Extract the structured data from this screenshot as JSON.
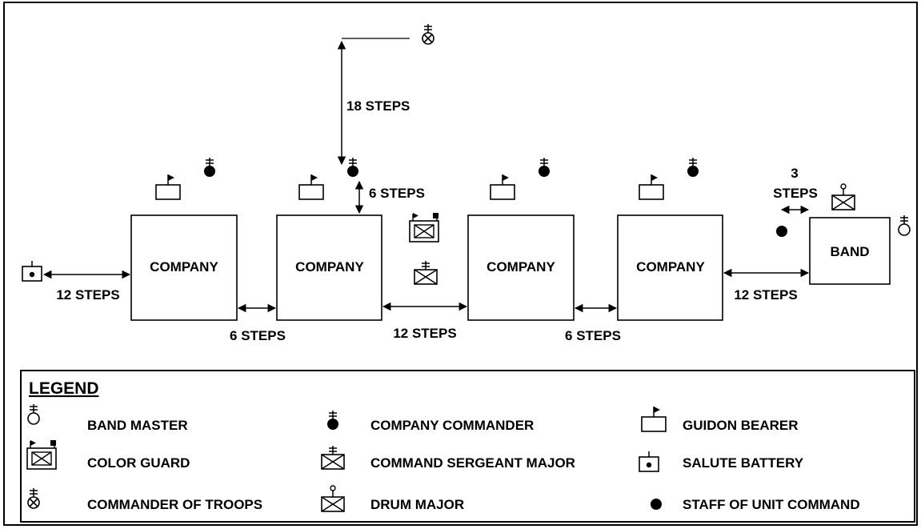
{
  "diagram": {
    "units": [
      "COMPANY",
      "COMPANY",
      "COMPANY",
      "COMPANY"
    ],
    "band_label": "BAND",
    "distances": {
      "commander_of_troops": "18 STEPS",
      "csm_offset": "6 STEPS",
      "salute_battery": "12 STEPS",
      "gap_1": "6 STEPS",
      "gap_2": "12 STEPS",
      "gap_3": "6 STEPS",
      "band_gap": "12 STEPS",
      "staff_band_line1": "3",
      "staff_band_line2": "STEPS"
    }
  },
  "legend": {
    "title": "LEGEND",
    "items": [
      {
        "icon": "band-master-icon",
        "label": "BAND MASTER"
      },
      {
        "icon": "company-commander-icon",
        "label": "COMPANY COMMANDER"
      },
      {
        "icon": "guidon-bearer-icon",
        "label": "GUIDON BEARER"
      },
      {
        "icon": "color-guard-icon",
        "label": "COLOR GUARD"
      },
      {
        "icon": "command-sergeant-major-icon",
        "label": "COMMAND SERGEANT MAJOR"
      },
      {
        "icon": "salute-battery-icon",
        "label": "SALUTE BATTERY"
      },
      {
        "icon": "commander-of-troops-icon",
        "label": "COMMANDER OF TROOPS"
      },
      {
        "icon": "drum-major-icon",
        "label": "DRUM MAJOR"
      },
      {
        "icon": "staff-of-unit-command-icon",
        "label": "STAFF OF UNIT COMMAND"
      }
    ]
  }
}
